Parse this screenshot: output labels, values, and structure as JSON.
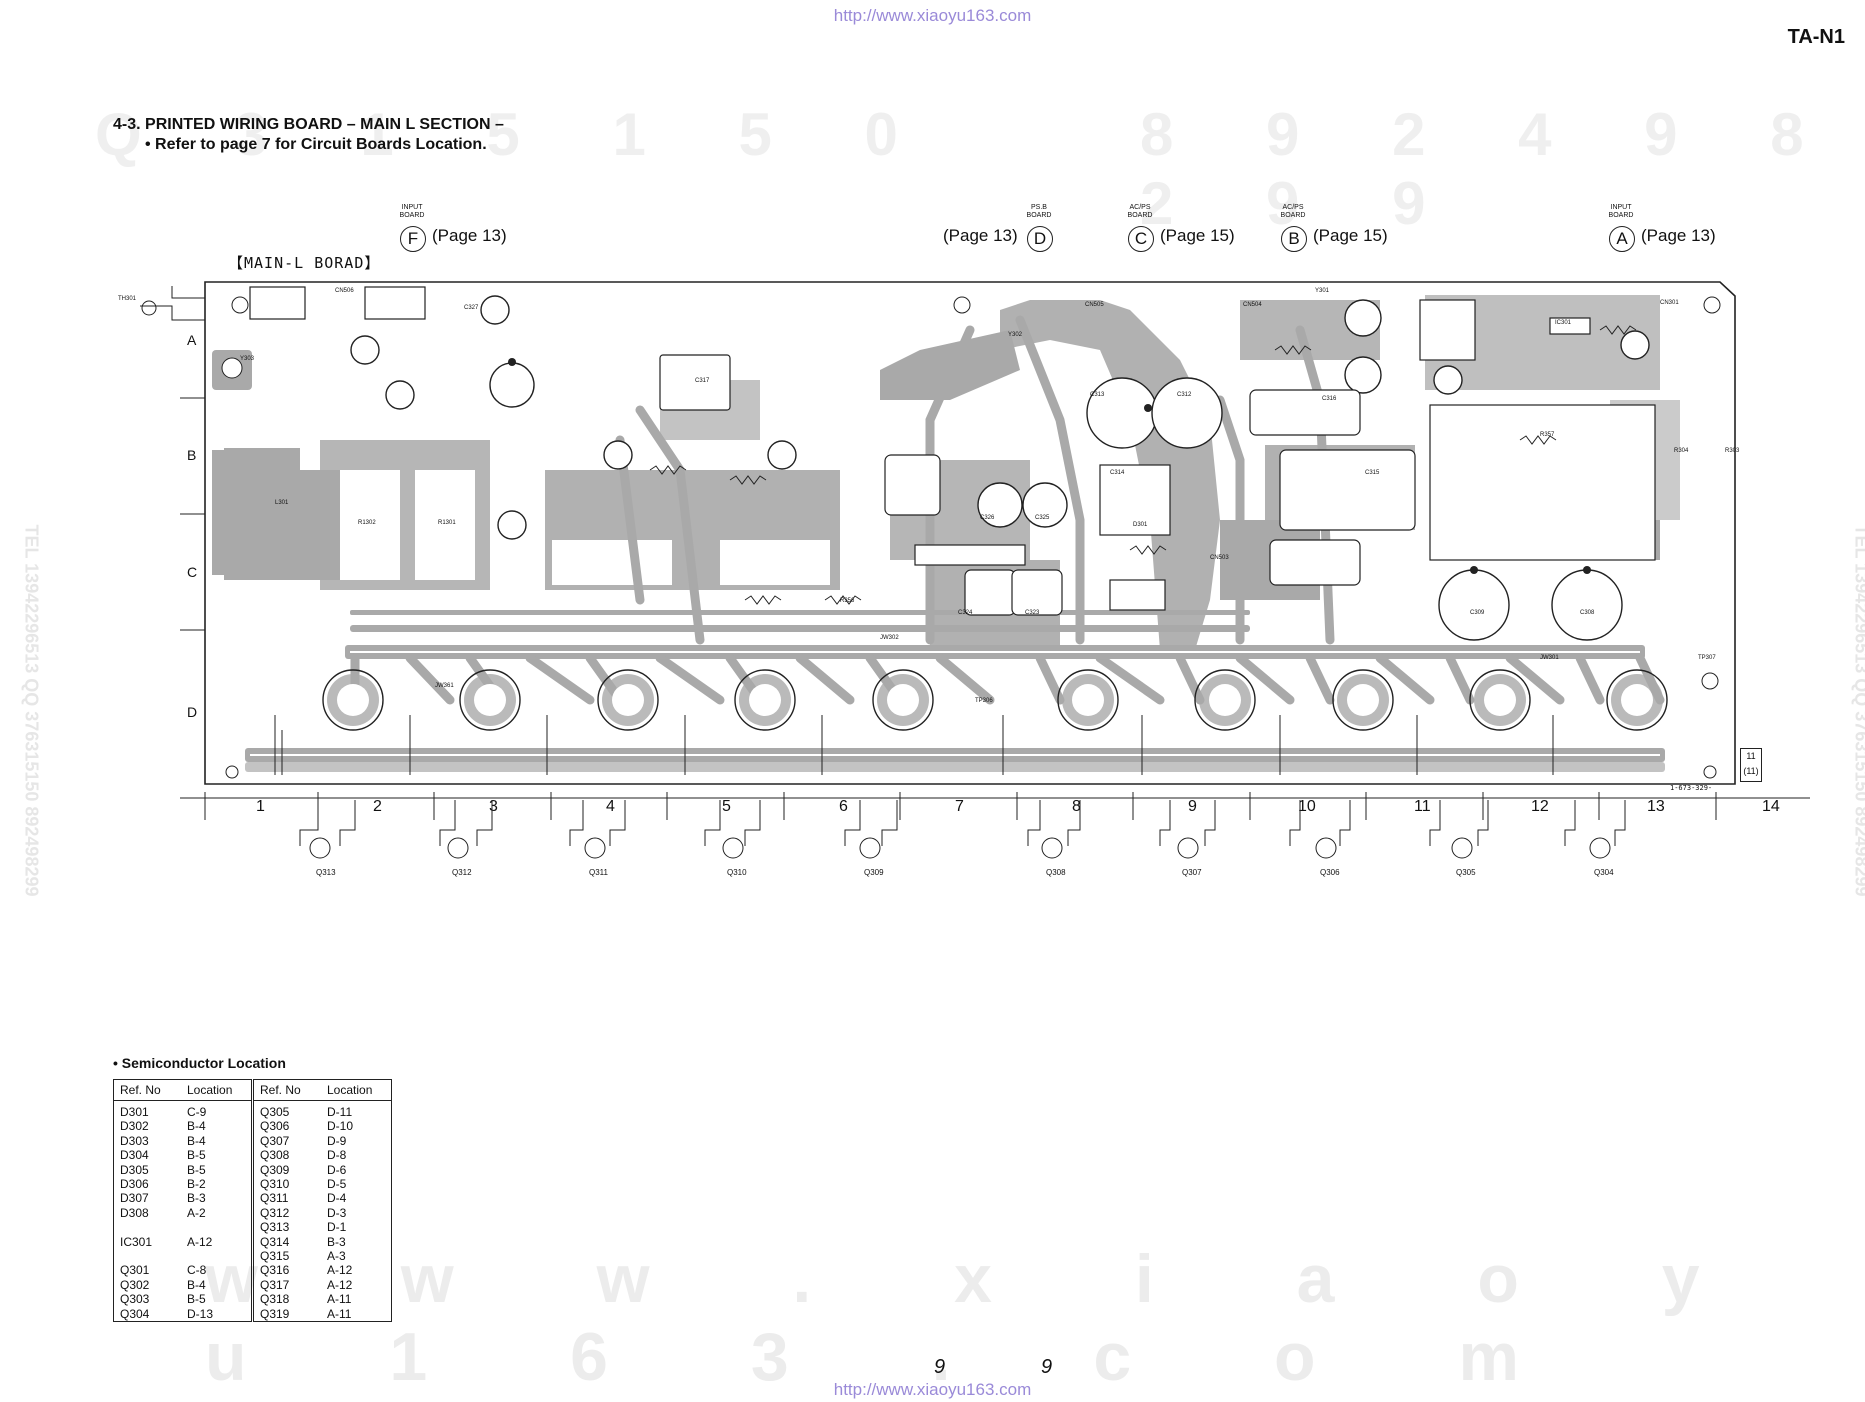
{
  "header": {
    "url_top": "http://www.xiaoyu163.com",
    "model": "TA-N1",
    "section_title": "4-3. PRINTED WIRING BOARD – MAIN L SECTION –",
    "section_subtitle": "• Refer to page 7 for Circuit Boards Location."
  },
  "watermark": {
    "digits_left": "Q 3 1 5 1 5 0",
    "digits_right": "8 9 2 4 9 8 2 9 9",
    "side_left": "TEL 13942296513 QQ 376315150 892498299",
    "side_right": "TEL 13942296513 QQ 376315150 892498299",
    "big": "w w w . x i a o y u 1 6 3 . c o m"
  },
  "board": {
    "label": "【MAIN-L BORAD】",
    "connectors": [
      {
        "tag": "INPUT BOARD",
        "letter": "F",
        "page": "(Page 13)"
      },
      {
        "tag": "PS.B BOARD",
        "letter": "D",
        "page": "(Page 13)"
      },
      {
        "tag": "AC/PS BOARD",
        "letter": "C",
        "page": "(Page 15)"
      },
      {
        "tag": "AC/PS BOARD",
        "letter": "B",
        "page": "(Page 15)"
      },
      {
        "tag": "INPUT BOARD",
        "letter": "A",
        "page": "(Page 13)"
      }
    ],
    "rows": [
      "A",
      "B",
      "C",
      "D"
    ],
    "cols": [
      "1",
      "2",
      "3",
      "4",
      "5",
      "6",
      "7",
      "8",
      "9",
      "10",
      "11",
      "12",
      "13",
      "14"
    ],
    "transistors": [
      "Q313",
      "Q312",
      "Q311",
      "Q310",
      "Q309",
      "Q308",
      "Q307",
      "Q306",
      "Q305",
      "Q304"
    ],
    "capacitors": [
      "C327",
      "C317",
      "C313",
      "C312",
      "C316",
      "C315",
      "C314",
      "C324",
      "C323",
      "C326",
      "C325",
      "C309",
      "C308"
    ],
    "parts": [
      "CN506",
      "CN505",
      "CN504",
      "CN503",
      "CN301",
      "IC301",
      "D301",
      "TP307",
      "TH301",
      "Y303",
      "Y302",
      "Y301",
      "R356",
      "R357",
      "R304",
      "R303",
      "L301",
      "R1302",
      "R1301",
      "TP306",
      "JW361",
      "JW302",
      "JW301"
    ],
    "board_id": "1-673-329-",
    "board_id_suffix": "11",
    "board_id_suffix2": "(11)"
  },
  "legend": {
    "title": "• Semiconductor Location",
    "headers": [
      "Ref. No",
      "Location",
      "Ref. No",
      "Location"
    ],
    "left": [
      {
        "ref": "D301",
        "loc": "C-9"
      },
      {
        "ref": "D302",
        "loc": "B-4"
      },
      {
        "ref": "D303",
        "loc": "B-4"
      },
      {
        "ref": "D304",
        "loc": "B-5"
      },
      {
        "ref": "D305",
        "loc": "B-5"
      },
      {
        "ref": "D306",
        "loc": "B-2"
      },
      {
        "ref": "D307",
        "loc": "B-3"
      },
      {
        "ref": "D308",
        "loc": "A-2"
      },
      {
        "ref": "",
        "loc": ""
      },
      {
        "ref": "IC301",
        "loc": "A-12"
      },
      {
        "ref": "",
        "loc": ""
      },
      {
        "ref": "Q301",
        "loc": "C-8"
      },
      {
        "ref": "Q302",
        "loc": "B-4"
      },
      {
        "ref": "Q303",
        "loc": "B-5"
      },
      {
        "ref": "Q304",
        "loc": "D-13"
      }
    ],
    "right": [
      {
        "ref": "Q305",
        "loc": "D-11"
      },
      {
        "ref": "Q306",
        "loc": "D-10"
      },
      {
        "ref": "Q307",
        "loc": "D-9"
      },
      {
        "ref": "Q308",
        "loc": "D-8"
      },
      {
        "ref": "Q309",
        "loc": "D-6"
      },
      {
        "ref": "Q310",
        "loc": "D-5"
      },
      {
        "ref": "Q311",
        "loc": "D-4"
      },
      {
        "ref": "Q312",
        "loc": "D-3"
      },
      {
        "ref": "Q313",
        "loc": "D-1"
      },
      {
        "ref": "Q314",
        "loc": "B-3"
      },
      {
        "ref": "Q315",
        "loc": "A-3"
      },
      {
        "ref": "Q316",
        "loc": "A-12"
      },
      {
        "ref": "Q317",
        "loc": "A-12"
      },
      {
        "ref": "Q318",
        "loc": "A-11"
      },
      {
        "ref": "Q319",
        "loc": "A-11"
      }
    ]
  },
  "footer": {
    "page_left": "9",
    "page_right": "9",
    "url_bottom": "http://www.xiaoyu163.com"
  },
  "colors": {
    "trace": "#a9a9a9",
    "outline": "#222222",
    "watermark_url": "#9a8ad8"
  }
}
